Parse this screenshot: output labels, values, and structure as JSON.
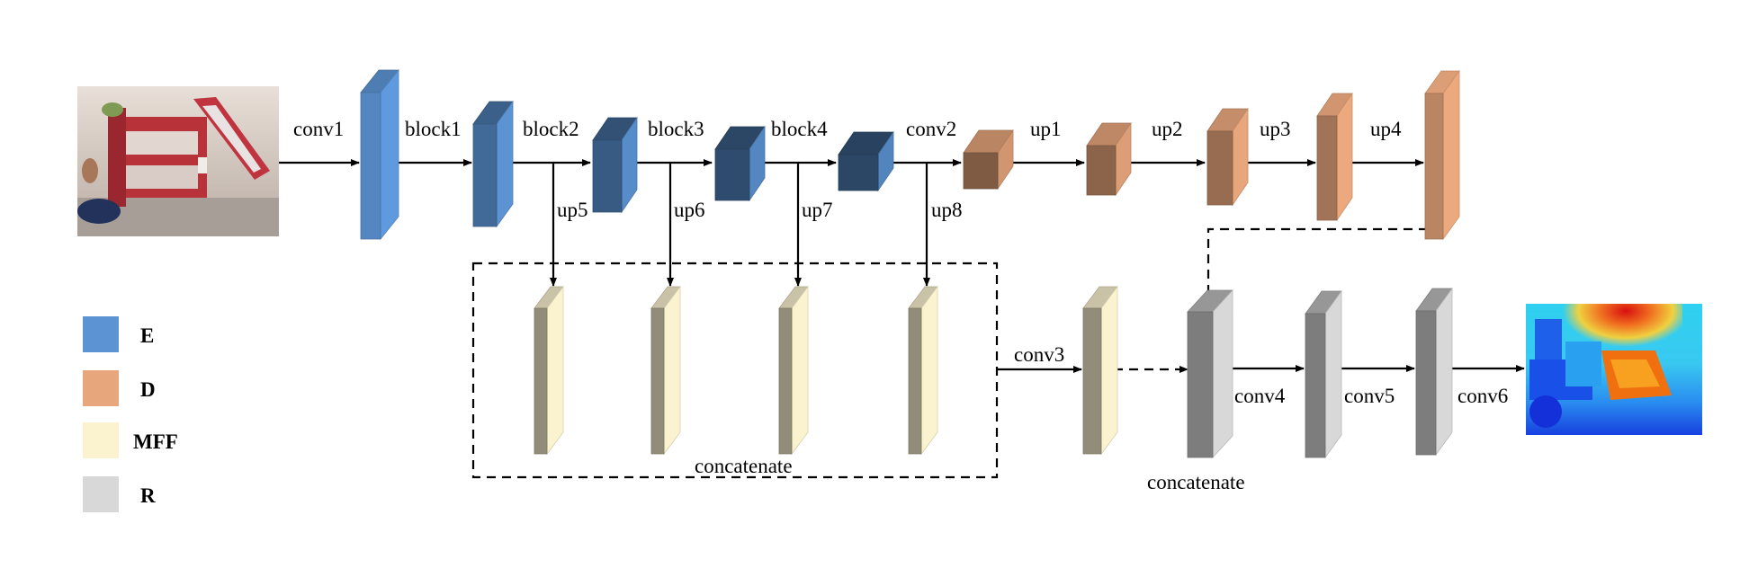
{
  "colors": {
    "encoder": "#5b93d3",
    "decoder": "#e8a67c",
    "mff": "#fbf3cf",
    "refine": "#d8d8d8"
  },
  "labels": {
    "conv1": "conv1",
    "block1": "block1",
    "block2": "block2",
    "block3": "block3",
    "block4": "block4",
    "conv2": "conv2",
    "up1": "up1",
    "up2": "up2",
    "up3": "up3",
    "up4": "up4",
    "up5": "up5",
    "up6": "up6",
    "up7": "up7",
    "up8": "up8",
    "conv3": "conv3",
    "conv4": "conv4",
    "conv5": "conv5",
    "conv6": "conv6",
    "concatenate_mff": "concatenate",
    "concatenate_r": "concatenate"
  },
  "legend": [
    {
      "key": "E",
      "color": "#5b93d3"
    },
    {
      "key": "D",
      "color": "#e8a67c"
    },
    {
      "key": "MFF",
      "color": "#fbf3cf"
    },
    {
      "key": "R",
      "color": "#d8d8d8"
    }
  ],
  "images": {
    "input": "input-photo-bunk-bed",
    "output": "output-depth-map"
  }
}
